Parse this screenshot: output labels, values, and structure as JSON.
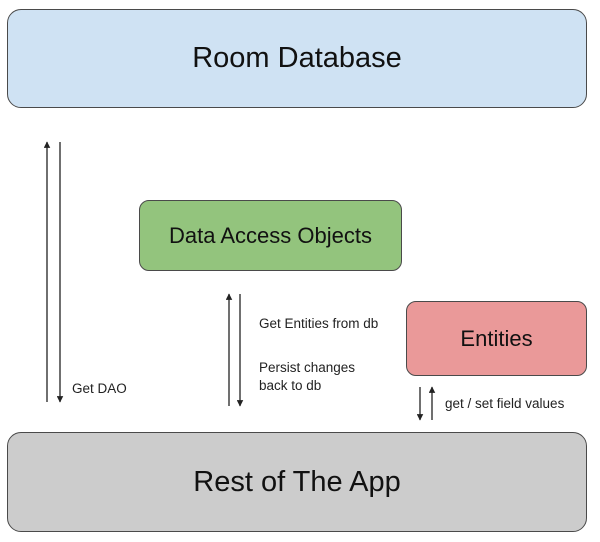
{
  "boxes": {
    "room_database": {
      "label": "Room Database",
      "fill": "#cfe2f3"
    },
    "data_access_objects": {
      "label": "Data Access Objects",
      "fill": "#93c47d"
    },
    "entities": {
      "label": "Entities",
      "fill": "#ea9999"
    },
    "rest_of_app": {
      "label": "Rest of The App",
      "fill": "#cccccc"
    }
  },
  "edge_labels": {
    "get_dao": "Get DAO",
    "get_entities": "Get Entities from db",
    "persist_changes": "Persist changes back to db",
    "field_values": "get / set field values"
  },
  "stroke_color": "#222222"
}
